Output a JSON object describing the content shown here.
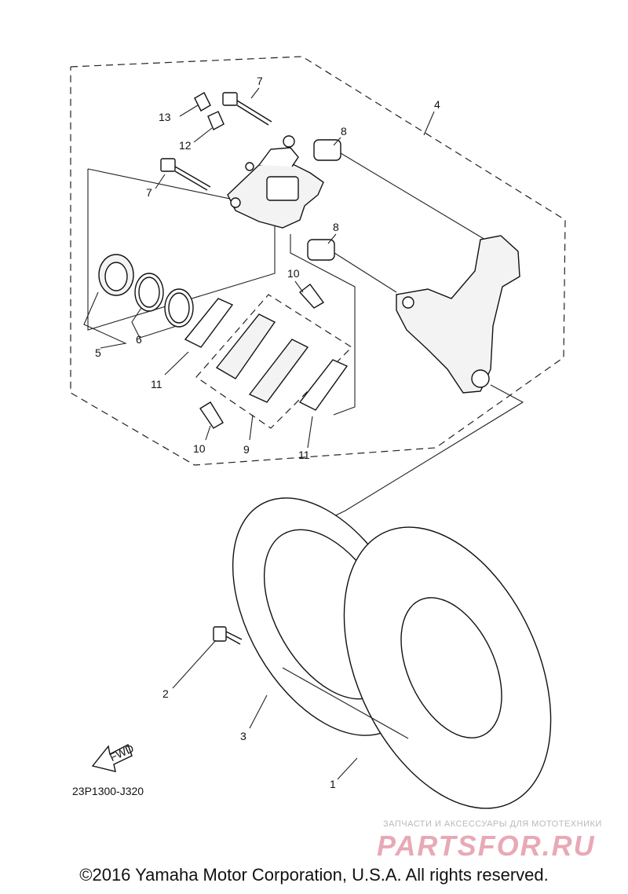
{
  "diagram": {
    "ref_code": "23P1300-J320",
    "fwd_label": "FWD",
    "callouts": [
      {
        "id": "c13",
        "label": "13"
      },
      {
        "id": "c12",
        "label": "12"
      },
      {
        "id": "c7a",
        "label": "7"
      },
      {
        "id": "c7b",
        "label": "7"
      },
      {
        "id": "c8a",
        "label": "8"
      },
      {
        "id": "c8b",
        "label": "8"
      },
      {
        "id": "c4",
        "label": "4"
      },
      {
        "id": "c10a",
        "label": "10"
      },
      {
        "id": "c10b",
        "label": "10"
      },
      {
        "id": "c5",
        "label": "5"
      },
      {
        "id": "c6",
        "label": "6"
      },
      {
        "id": "c11a",
        "label": "11"
      },
      {
        "id": "c11b",
        "label": "11"
      },
      {
        "id": "c9",
        "label": "9"
      },
      {
        "id": "c2",
        "label": "2"
      },
      {
        "id": "c3",
        "label": "3"
      },
      {
        "id": "c1",
        "label": "1"
      }
    ]
  },
  "footer": {
    "copyright": "©2016 Yamaha Motor Corporation, U.S.A. All rights reserved."
  },
  "watermark": {
    "subtitle": "ЗАПЧАСТИ И АКСЕССУАРЫ ДЛЯ МОТОТЕХНИКИ",
    "logo": "PARTSFOR.RU"
  }
}
